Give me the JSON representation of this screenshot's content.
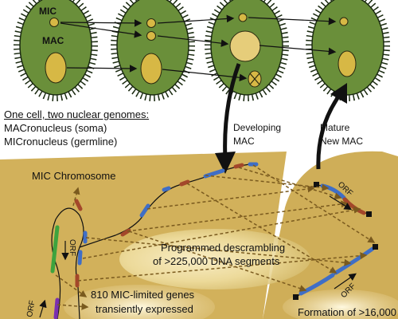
{
  "cell_labels": {
    "mic": "MIC",
    "mac": "MAC"
  },
  "info": {
    "heading": "One cell, two nuclear genomes:",
    "line1": "MACronucleus (soma)",
    "line2": "MICronucleus (germline)"
  },
  "stages": {
    "developing": [
      "Developing",
      "MAC"
    ],
    "mature": [
      "Mature",
      "New MAC"
    ]
  },
  "chromosome_label": "MIC Chromosome",
  "orf_label": "ORF",
  "descrambling": [
    "Programmed descrambling",
    "of >225,000 DNA segments"
  ],
  "genes": [
    "810 MIC-limited genes",
    "transiently expressed"
  ],
  "formation": "Formation of >16,000",
  "colors": {
    "cell_fill": "#6a8f3a",
    "cell_border": "#1a2a10",
    "nucleus": "#d7b845",
    "panel": "#d2b15b",
    "segment_blue": "#3f6ec6",
    "segment_red": "#a3472a",
    "segment_green": "#3ea33e",
    "segment_purple": "#7a2fb0"
  }
}
